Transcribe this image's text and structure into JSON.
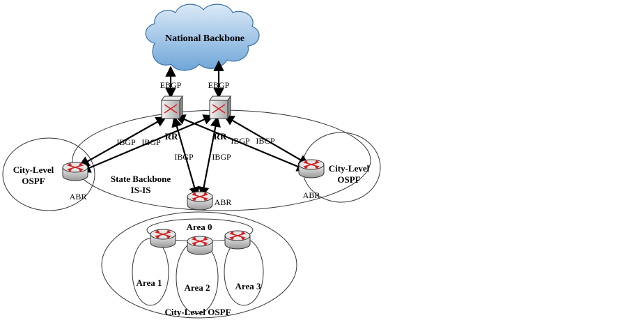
{
  "cloud": {
    "label": "National Backbone"
  },
  "labels": {
    "ebgp_left": "EBGP",
    "ebgp_right": "EBGP",
    "rr_left": "RR",
    "rr_right": "RR",
    "ibgp_1": "IBGP",
    "ibgp_2": "IBGP",
    "ibgp_3": "IBGP",
    "ibgp_4": "IBGP",
    "ibgp_5": "IBGP",
    "ibgp_6": "IBGP",
    "city_left_line1": "City-Level",
    "city_left_line2": "OSPF",
    "city_right_line1": "City-Level",
    "city_right_line2": "OSPF",
    "state_line1": "State Backbone",
    "state_line2": "IS-IS",
    "abr_left": "ABR",
    "abr_right": "ABR",
    "abr_center": "ABR",
    "area0": "Area 0",
    "area1": "Area 1",
    "area2": "Area 2",
    "area3": "Area 3",
    "city_bottom": "City-Level OSPF"
  },
  "icons": [
    "cloud-icon",
    "server-icon",
    "router-icon"
  ],
  "colors": {
    "cloud": "#9cc3e8",
    "arrow": "#d42020",
    "router": "#d8d8d8"
  }
}
